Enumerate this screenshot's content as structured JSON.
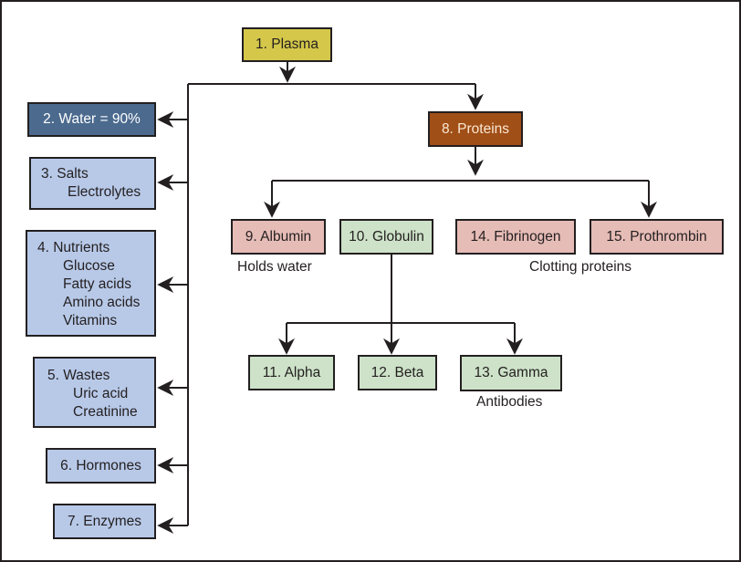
{
  "diagram": {
    "title": "Composition of plasma",
    "colors": {
      "root": "#d4c74a",
      "water": "#4b6a8e",
      "components": "#b8c9e8",
      "proteins": "#a04f17",
      "pink_proteins": "#e6bcb6",
      "globulins": "#cde2c8",
      "lines": "#231f20"
    },
    "root": {
      "label": "1. Plasma"
    },
    "components": [
      {
        "label": "2. Water = 90%"
      },
      {
        "label": "3. Salts",
        "sub": [
          "Electrolytes"
        ]
      },
      {
        "label": "4. Nutrients",
        "sub": [
          "Glucose",
          "Fatty acids",
          "Amino acids",
          "Vitamins"
        ]
      },
      {
        "label": "5. Wastes",
        "sub": [
          "Uric acid",
          "Creatinine"
        ]
      },
      {
        "label": "6. Hormones"
      },
      {
        "label": "7. Enzymes"
      }
    ],
    "proteins": {
      "label": "8. Proteins",
      "children": [
        {
          "label": "9. Albumin"
        },
        {
          "label": "10. Globulin"
        },
        {
          "label": "14. Fibrinogen"
        },
        {
          "label": "15. Prothrombin"
        }
      ],
      "globulins": [
        {
          "label": "11. Alpha"
        },
        {
          "label": "12. Beta"
        },
        {
          "label": "13. Gamma"
        }
      ]
    },
    "captions": {
      "albumin": "Holds water",
      "clotting": "Clotting proteins",
      "gamma": "Antibodies"
    }
  }
}
